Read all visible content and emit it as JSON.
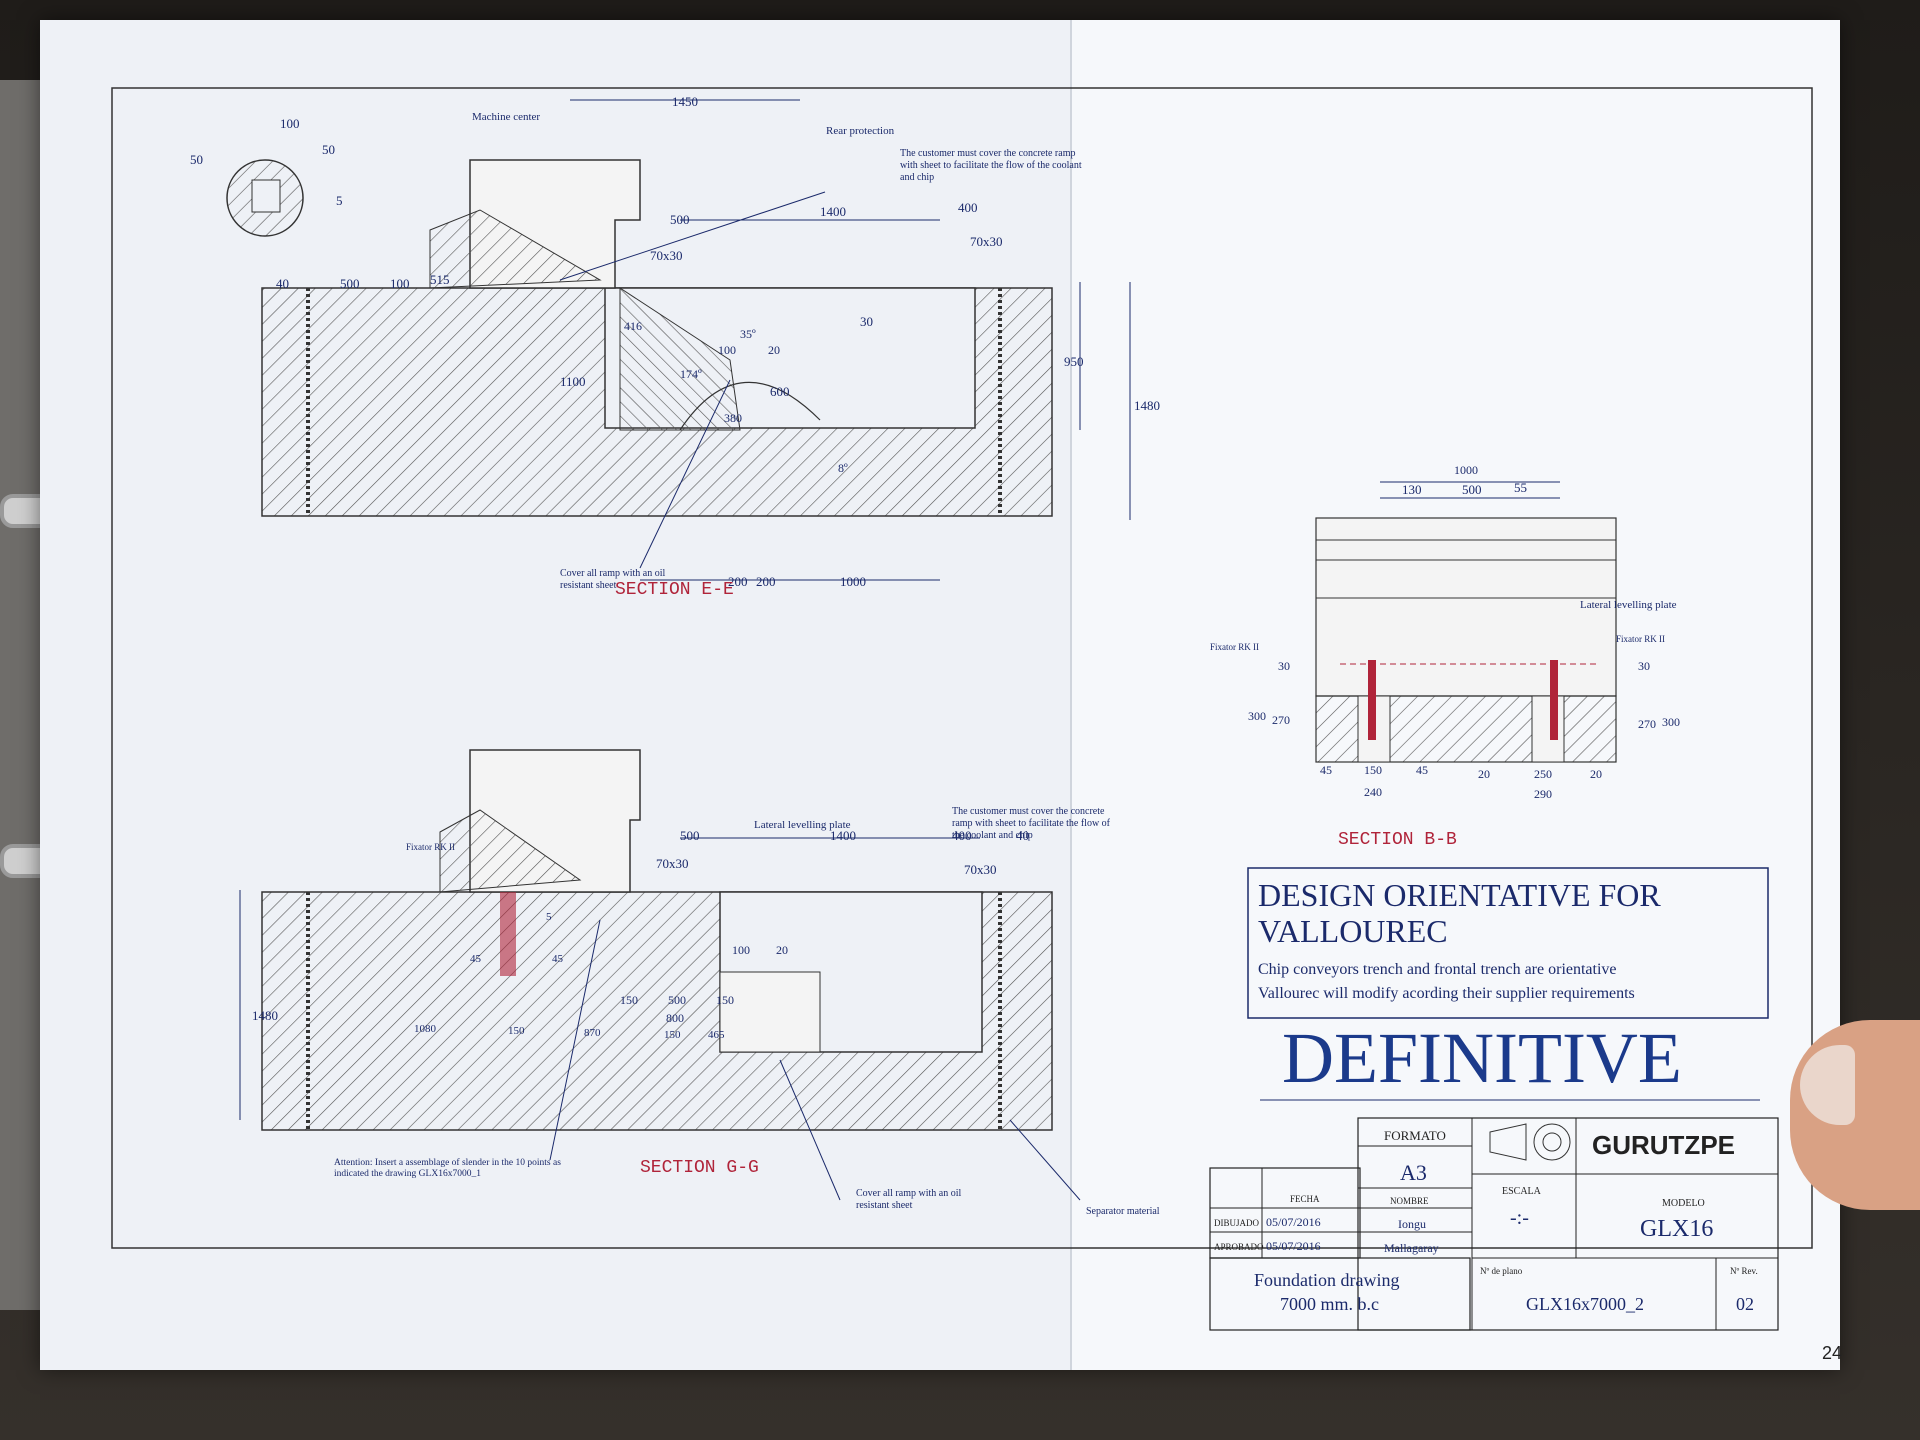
{
  "section_ee": {
    "title": "SECTION E-E",
    "dims_top": [
      "100",
      "50",
      "50",
      "5",
      "1450",
      "1400",
      "400",
      "500",
      "70x30",
      "70x30",
      "40",
      "500",
      "100",
      "515",
      "416",
      "35º",
      "100",
      "20",
      "30",
      "950",
      "1480",
      "1100",
      "600",
      "174º",
      "380",
      "8º",
      "200",
      "200",
      "1000"
    ],
    "labels": {
      "machine_center": "Machine center",
      "rear_protection": "Rear protection",
      "customer_note": "The customer must cover the concrete ramp with sheet to facilitate the flow of the coolant and chip",
      "cover_note": "Cover all ramp with an oil resistant sheet"
    }
  },
  "section_gg": {
    "title": "SECTION G-G",
    "dims": [
      "500",
      "1400",
      "400",
      "40",
      "70x30",
      "70x30",
      "100",
      "20",
      "5",
      "45",
      "45",
      "1480",
      "1080",
      "150",
      "870",
      "150",
      "500",
      "150",
      "800",
      "150",
      "465"
    ],
    "labels": {
      "fixator": "Fixator RK II",
      "lateral": "Lateral levelling plate",
      "customer_note": "The customer must cover the concrete ramp with sheet to facilitate the flow of the coolant and chip",
      "attention": "Attention: Insert a assemblage of slender in the 10 points as indicated the drawing GLX16x7000_1",
      "cover_note": "Cover all ramp with an oil resistant sheet",
      "separator": "Separator material"
    }
  },
  "section_bb": {
    "title": "SECTION B-B",
    "dims": [
      "1000",
      "130",
      "500",
      "55",
      "30",
      "300",
      "270",
      "30",
      "270",
      "300",
      "45",
      "150",
      "45",
      "20",
      "250",
      "20",
      "240",
      "290"
    ],
    "labels": {
      "lateral": "Lateral levelling plate",
      "fixator_left": "Fixator RK II",
      "fixator_right": "Fixator RK II"
    }
  },
  "note_box": {
    "title_line1": "DESIGN ORIENTATIVE FOR",
    "title_line2": "VALLOUREC",
    "text_line1": "Chip conveyors trench and frontal trench are orientative",
    "text_line2": "Vallourec will modify acording their supplier requirements"
  },
  "stamp": "DEFINITIVE",
  "title_block": {
    "formato_label": "FORMATO",
    "formato": "A3",
    "fecha_label": "FECHA",
    "nombre_label": "NOMBRE",
    "dibujado_label": "DIBUJADO",
    "dibujado_fecha": "05/07/2016",
    "dibujado_nombre": "Iongu",
    "aprobado_label": "APROBADO",
    "aprobado_fecha": "05/07/2016",
    "aprobado_nombre": "Mallagaray",
    "escala_label": "ESCALA",
    "escala": "-:-",
    "company": "GURUTZPE",
    "modelo_label": "MODELO",
    "modelo": "GLX16",
    "desc_line1": "Foundation drawing",
    "desc_line2": "7000 mm. b.c",
    "plano_label": "Nº de plano",
    "plano": "GLX16x7000_2",
    "rev_label": "Nº Rev.",
    "rev": "02"
  },
  "page_number": "24",
  "colors": {
    "ink": "#1b2a6b",
    "hatch": "#444",
    "red": "#b0243a",
    "paper": "#eef1f6"
  }
}
